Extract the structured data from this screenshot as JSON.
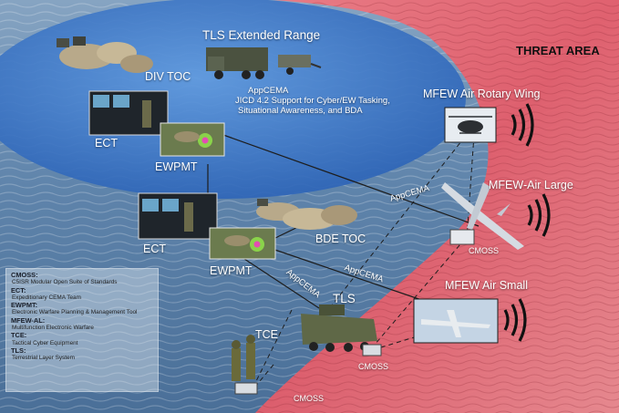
{
  "labels": {
    "threat_area": "THREAT AREA",
    "tls_extended_range": "TLS Extended Range",
    "div_toc": "DIV TOC",
    "appcema_header": "AppCEMA",
    "appcema_detail_1": "JICD 4.2 Support for Cyber/EW Tasking,",
    "appcema_detail_2": "Situational Awareness, and BDA",
    "ect_top": "ECT",
    "ewpmt_top": "EWPMT",
    "ect_bottom": "ECT",
    "ewpmt_bottom": "EWPMT",
    "bde_toc": "BDE TOC",
    "mfew_air_rotary_wing": "MFEW Air Rotary Wing",
    "mfew_air_large": "MFEW-Air Large",
    "mfew_air_small": "MFEW Air Small",
    "tls": "TLS",
    "tce": "TCE",
    "cmoss_large": "CMOSS",
    "cmoss_tls": "CMOSS",
    "cmoss_tce": "CMOSS",
    "appcema_link_1": "AppCEMA",
    "appcema_link_2": "AppCEMA",
    "appcema_link_3": "AppCEMA"
  },
  "legend": [
    {
      "term": "CMOSS:",
      "definition": "C5ISR Modular Open Suite of Standards"
    },
    {
      "term": "ECT:",
      "definition": "Expeditionary CEMA Team"
    },
    {
      "term": "EWPMT:",
      "definition": "Electronic Warfare Planning & Management Tool"
    },
    {
      "term": "MFEW-AL:",
      "definition": "Multifunction Electronic Warfare"
    },
    {
      "term": "TCE:",
      "definition": "Tactical Cyber Equipment"
    },
    {
      "term": "TLS:",
      "definition": "Terrestrial Layer System"
    }
  ],
  "colors": {
    "friendly_area": "#3f7bd0",
    "threat_area": "#e85a67",
    "link_line": "#1d1d1d"
  },
  "icons": [
    "tent-icon",
    "truck-icon",
    "trailer-icon",
    "workstation-icon",
    "map-screen-icon",
    "helicopter-icon",
    "drone-icon",
    "signal-waves-icon",
    "armored-vehicle-icon",
    "soldiers-icon",
    "radio-box-icon"
  ]
}
